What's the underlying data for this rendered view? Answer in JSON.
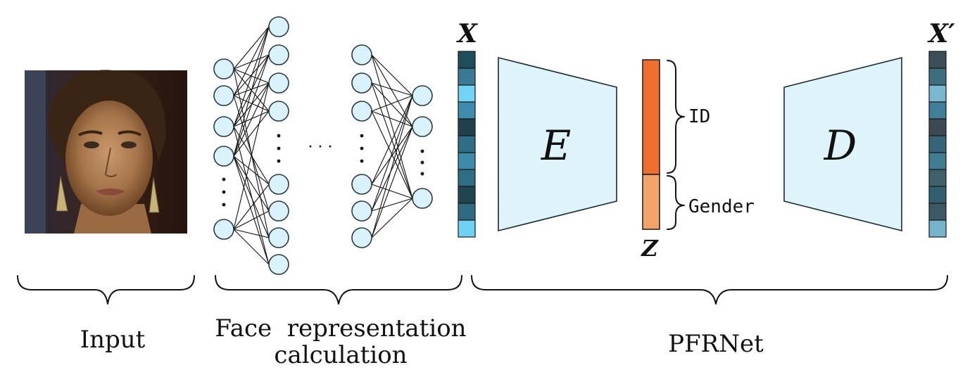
{
  "labels": {
    "input": "Input",
    "face_rep_line1": "Face  representation",
    "face_rep_line2": "calculation",
    "pfrnet": "PFRNet",
    "x": "X",
    "x_prime": "X′",
    "z": "Z",
    "encoder": "E",
    "decoder": "D",
    "id": "ID",
    "gender": "Gender",
    "ellipsis": "· · ·"
  },
  "input_image": {
    "content": "face photograph of a woman with hair pulled back and dangling earrings"
  },
  "vector_x_colors": [
    "#1f4d5c",
    "#3a7a94",
    "#72d4f2",
    "#3d8cad",
    "#21404d",
    "#2f6f85",
    "#3e8aa8",
    "#2d6e85",
    "#1f4550",
    "#2f6b80",
    "#6fd2f4"
  ],
  "vector_x_prime_colors": [
    "#3a4f58",
    "#3c6e80",
    "#7ab8d0",
    "#3f7f97",
    "#3b4a50",
    "#36657a",
    "#3f7c92",
    "#3e5f6c",
    "#335e70",
    "#3b5865",
    "#76b4cb"
  ],
  "latent_z": {
    "id_color": "#ee6f2d",
    "gender_color": "#f2a36a"
  },
  "colors": {
    "node_fill": "#d9f2fb",
    "trapezoid_fill": "#dff3fb"
  }
}
